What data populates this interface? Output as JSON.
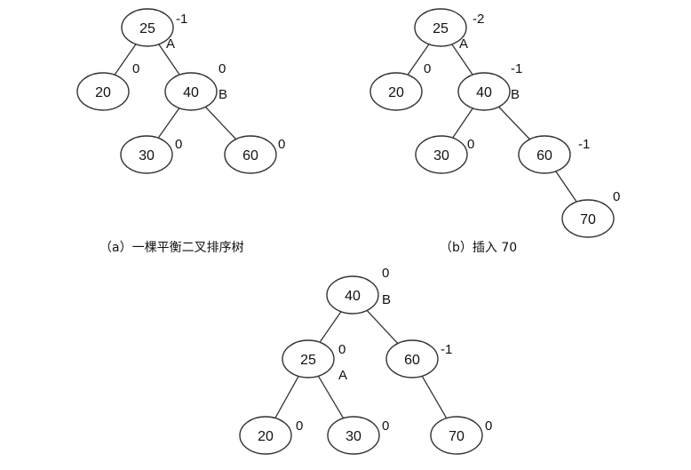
{
  "colors": {
    "stroke": "#333333",
    "text": "#111111",
    "background": "#ffffff"
  },
  "diagrams": [
    {
      "id": "a",
      "caption": "（a）一棵平衡二叉排序树",
      "nodes": [
        {
          "id": "a25",
          "label": "25",
          "balance": "-1",
          "tag": "A"
        },
        {
          "id": "a20",
          "label": "20",
          "balance": "0"
        },
        {
          "id": "a40",
          "label": "40",
          "balance": "0",
          "tag": "B"
        },
        {
          "id": "a30",
          "label": "30",
          "balance": "0"
        },
        {
          "id": "a60",
          "label": "60",
          "balance": "0"
        }
      ],
      "edges": [
        [
          "a25",
          "a20"
        ],
        [
          "a25",
          "a40"
        ],
        [
          "a40",
          "a30"
        ],
        [
          "a40",
          "a60"
        ]
      ]
    },
    {
      "id": "b",
      "caption": "（b）插入 70",
      "nodes": [
        {
          "id": "b25",
          "label": "25",
          "balance": "-2",
          "tag": "A"
        },
        {
          "id": "b20",
          "label": "20",
          "balance": "0"
        },
        {
          "id": "b40",
          "label": "40",
          "balance": "-1",
          "tag": "B"
        },
        {
          "id": "b30",
          "label": "30",
          "balance": "0"
        },
        {
          "id": "b60",
          "label": "60",
          "balance": "-1"
        },
        {
          "id": "b70",
          "label": "70",
          "balance": "0"
        }
      ],
      "edges": [
        [
          "b25",
          "b20"
        ],
        [
          "b25",
          "b40"
        ],
        [
          "b40",
          "b30"
        ],
        [
          "b40",
          "b60"
        ],
        [
          "b60",
          "b70"
        ]
      ]
    },
    {
      "id": "c",
      "caption": "",
      "nodes": [
        {
          "id": "c40",
          "label": "40",
          "balance": "0",
          "tag": "B"
        },
        {
          "id": "c25",
          "label": "25",
          "balance": "0",
          "tag": "A"
        },
        {
          "id": "c60",
          "label": "60",
          "balance": "-1"
        },
        {
          "id": "c20",
          "label": "20",
          "balance": "0"
        },
        {
          "id": "c30",
          "label": "30",
          "balance": "0"
        },
        {
          "id": "c70",
          "label": "70",
          "balance": "0"
        }
      ],
      "edges": [
        [
          "c40",
          "c25"
        ],
        [
          "c40",
          "c60"
        ],
        [
          "c25",
          "c20"
        ],
        [
          "c25",
          "c30"
        ],
        [
          "c60",
          "c70"
        ]
      ]
    }
  ]
}
